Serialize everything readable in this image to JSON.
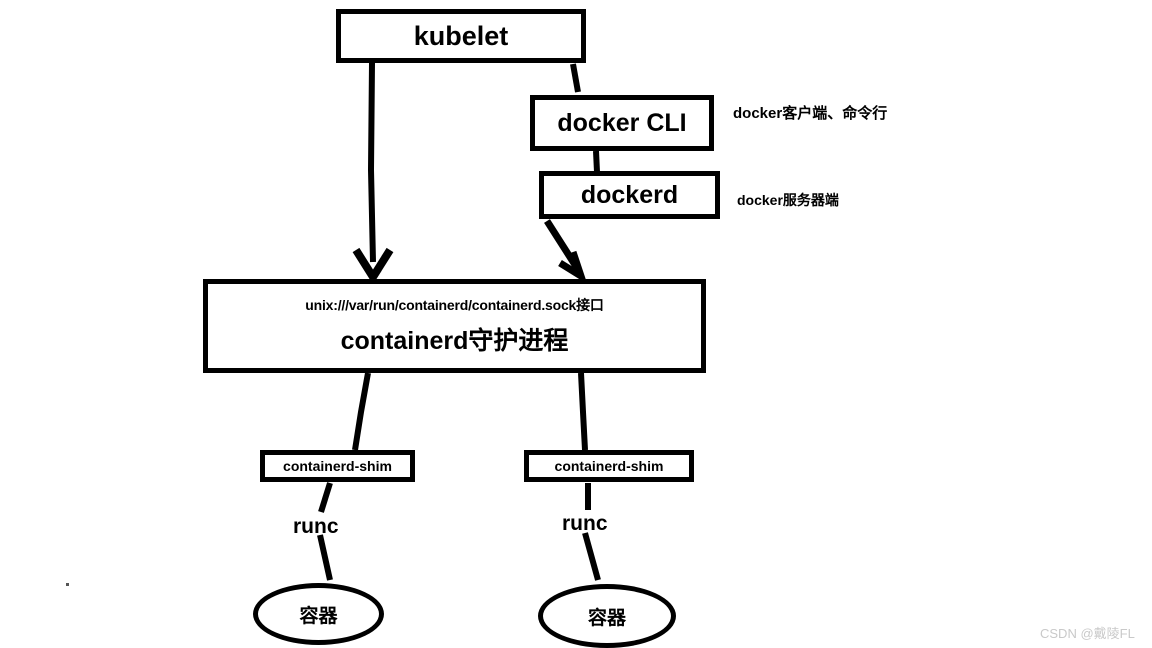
{
  "diagram": {
    "title": "Kubernetes container runtime call chain",
    "background_color": "#ffffff",
    "stroke_color": "#000000",
    "nodes": {
      "kubelet": {
        "label": "kubelet"
      },
      "docker_cli": {
        "label": "docker CLI"
      },
      "dockerd": {
        "label": "dockerd"
      },
      "containerd": {
        "interface_label": "unix:///var/run/containerd/containerd.sock接口",
        "label": "containerd守护进程"
      },
      "shim_left": {
        "label": "containerd-shim"
      },
      "shim_right": {
        "label": "containerd-shim"
      },
      "container_left": {
        "label": "容器"
      },
      "container_right": {
        "label": "容器"
      }
    },
    "annotations": {
      "docker_client": "docker客户端、命令行",
      "docker_server": "docker服务器端",
      "runc_left": "runc",
      "runc_right": "runc"
    },
    "watermark": "CSDN @戴陵FL"
  }
}
